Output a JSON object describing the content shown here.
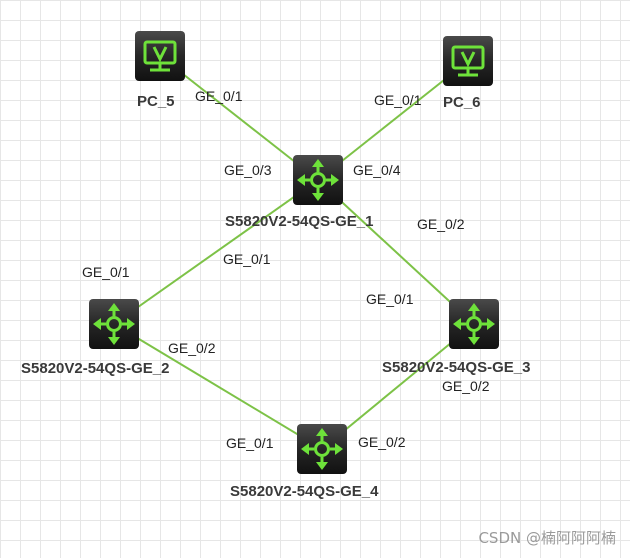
{
  "colors": {
    "link": "#7dc247",
    "device_bg": "#2b2b2b",
    "icon_green": "#6ee23a"
  },
  "devices": {
    "pc5": {
      "name": "PC_5",
      "type": "pc",
      "icon": "monitor-icon"
    },
    "pc6": {
      "name": "PC_6",
      "type": "pc",
      "icon": "monitor-icon"
    },
    "sw1": {
      "name": "S5820V2-54QS-GE_1",
      "type": "switch",
      "icon": "switch-arrows-icon"
    },
    "sw2": {
      "name": "S5820V2-54QS-GE_2",
      "type": "switch",
      "icon": "switch-arrows-icon"
    },
    "sw3": {
      "name": "S5820V2-54QS-GE_3",
      "type": "switch",
      "icon": "switch-arrows-icon"
    },
    "sw4": {
      "name": "S5820V2-54QS-GE_4",
      "type": "switch",
      "icon": "switch-arrows-icon"
    }
  },
  "links": [
    {
      "id": "pc5-sw1",
      "from": "pc5",
      "to": "sw1",
      "from_port": "GE_0/1",
      "to_port": "GE_0/3"
    },
    {
      "id": "pc6-sw1",
      "from": "pc6",
      "to": "sw1",
      "from_port": "GE_0/1",
      "to_port": "GE_0/4"
    },
    {
      "id": "sw1-sw2",
      "from": "sw1",
      "to": "sw2",
      "from_port": "GE_0/1",
      "to_port": "GE_0/1"
    },
    {
      "id": "sw1-sw3",
      "from": "sw1",
      "to": "sw3",
      "from_port": "GE_0/2",
      "to_port": "GE_0/1"
    },
    {
      "id": "sw2-sw4",
      "from": "sw2",
      "to": "sw4",
      "from_port": "GE_0/2",
      "to_port": "GE_0/1"
    },
    {
      "id": "sw3-sw4",
      "from": "sw3",
      "to": "sw4",
      "from_port": "GE_0/2",
      "to_port": "GE_0/2"
    }
  ],
  "watermark": "CSDN @楠阿阿阿楠"
}
